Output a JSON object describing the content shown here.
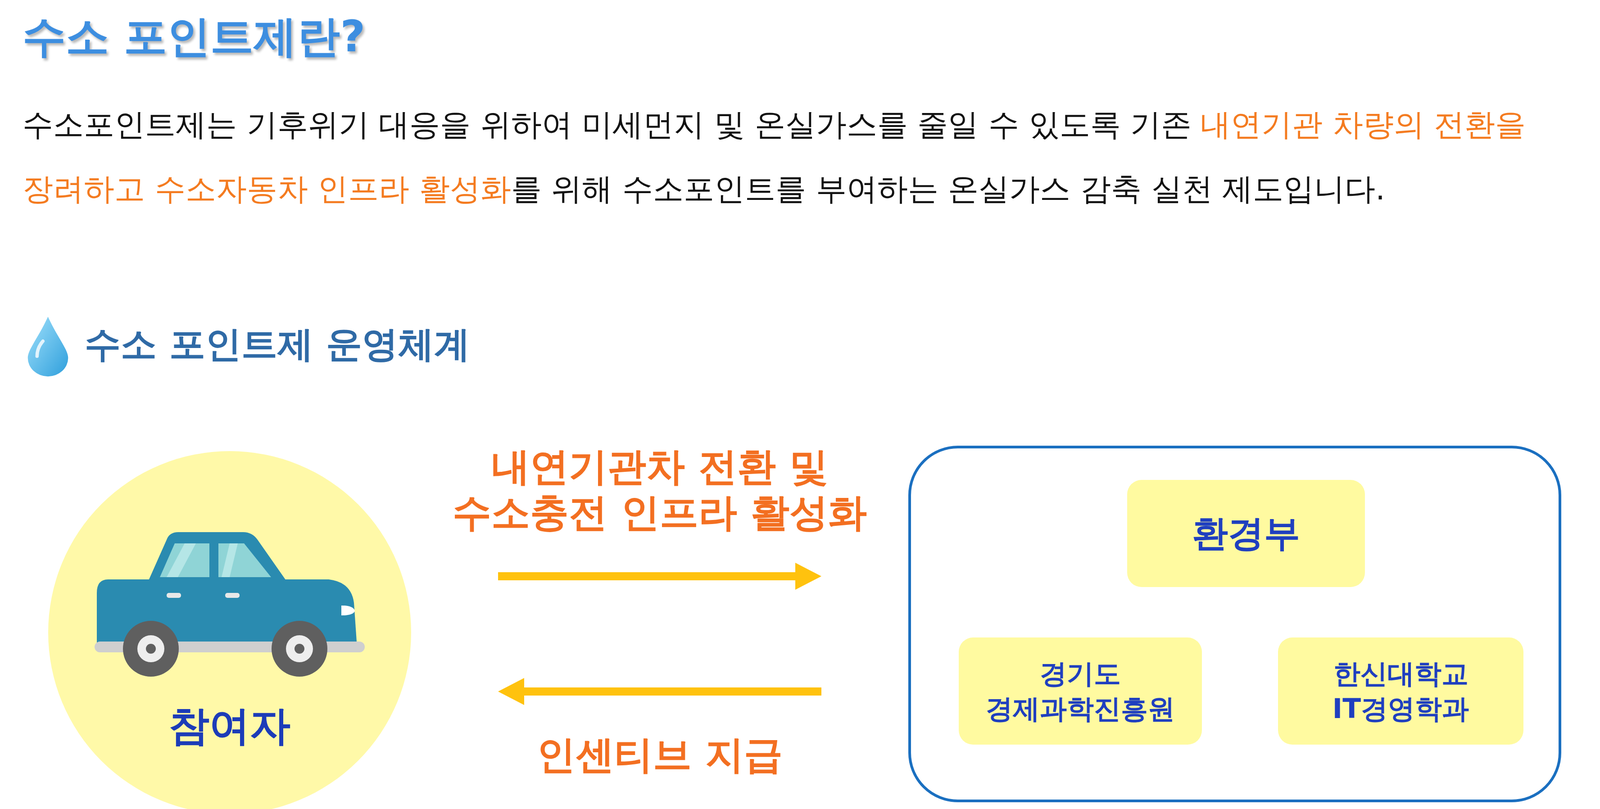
{
  "diagram": {
    "title": "수소 포인트제란?",
    "nodes": [
      {
        "text": [
          "참여자"
        ]
      },
      {
        "text": []
      },
      {
        "text": [
          "환경부"
        ],
        "in": 1
      },
      {
        "text": [
          "경기도 경제과학진흥원"
        ],
        "in": 1
      },
      {
        "text": [
          "한신대학교 IT경영학과"
        ],
        "in": 1
      }
    ],
    "edges": [
      {
        "from": 0,
        "to": 1,
        "arrow": "to",
        "label": "내연기관차 전환 및 수소충전 인프라 활성화"
      },
      {
        "from": 1,
        "to": 0,
        "arrow": "to",
        "label": "인센티브 지급"
      }
    ],
    "labels": [
      "수소포인트제는 기후위기 대응을 위하여 미세먼지 및 온실가스를 줄일 수 있도록 기존",
      "내연기관 차량의 전환을 장려하고 수소자동차 인프라 활성화",
      "를 위해 수소포인트를 부여하는 온실가스 감축 실천 제도입니다.",
      "수소 포인트제 운영체계"
    ]
  }
}
